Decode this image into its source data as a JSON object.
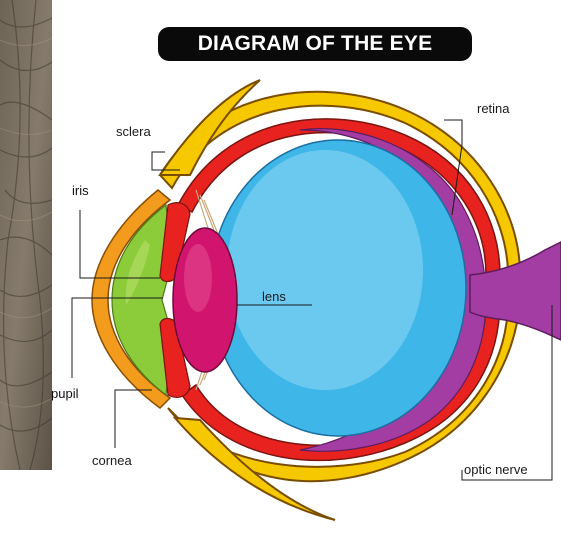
{
  "title": "DIAGRAM OF THE EYE",
  "labels": {
    "sclera": "sclera",
    "retina": "retina",
    "iris": "iris",
    "lens": "lens",
    "pupil": "pupil",
    "cornea": "cornea",
    "optic_nerve": "optic nerve"
  },
  "colors": {
    "sclera_outer": "#f6c800",
    "sclera_edge": "#7a4d00",
    "choroid": "#e8221f",
    "retina": "#a33ca3",
    "vitreous": "#3fb6e8",
    "vitreous_light": "#8fd8f6",
    "lens": "#d1146e",
    "iris": "#e8221f",
    "aqueous": "#8ccb3a",
    "cornea": "#f29b1d",
    "optic_nerve": "#a33ca3",
    "background": "#ffffff"
  },
  "icons": {
    "skin_texture": "skin-texture-image"
  }
}
